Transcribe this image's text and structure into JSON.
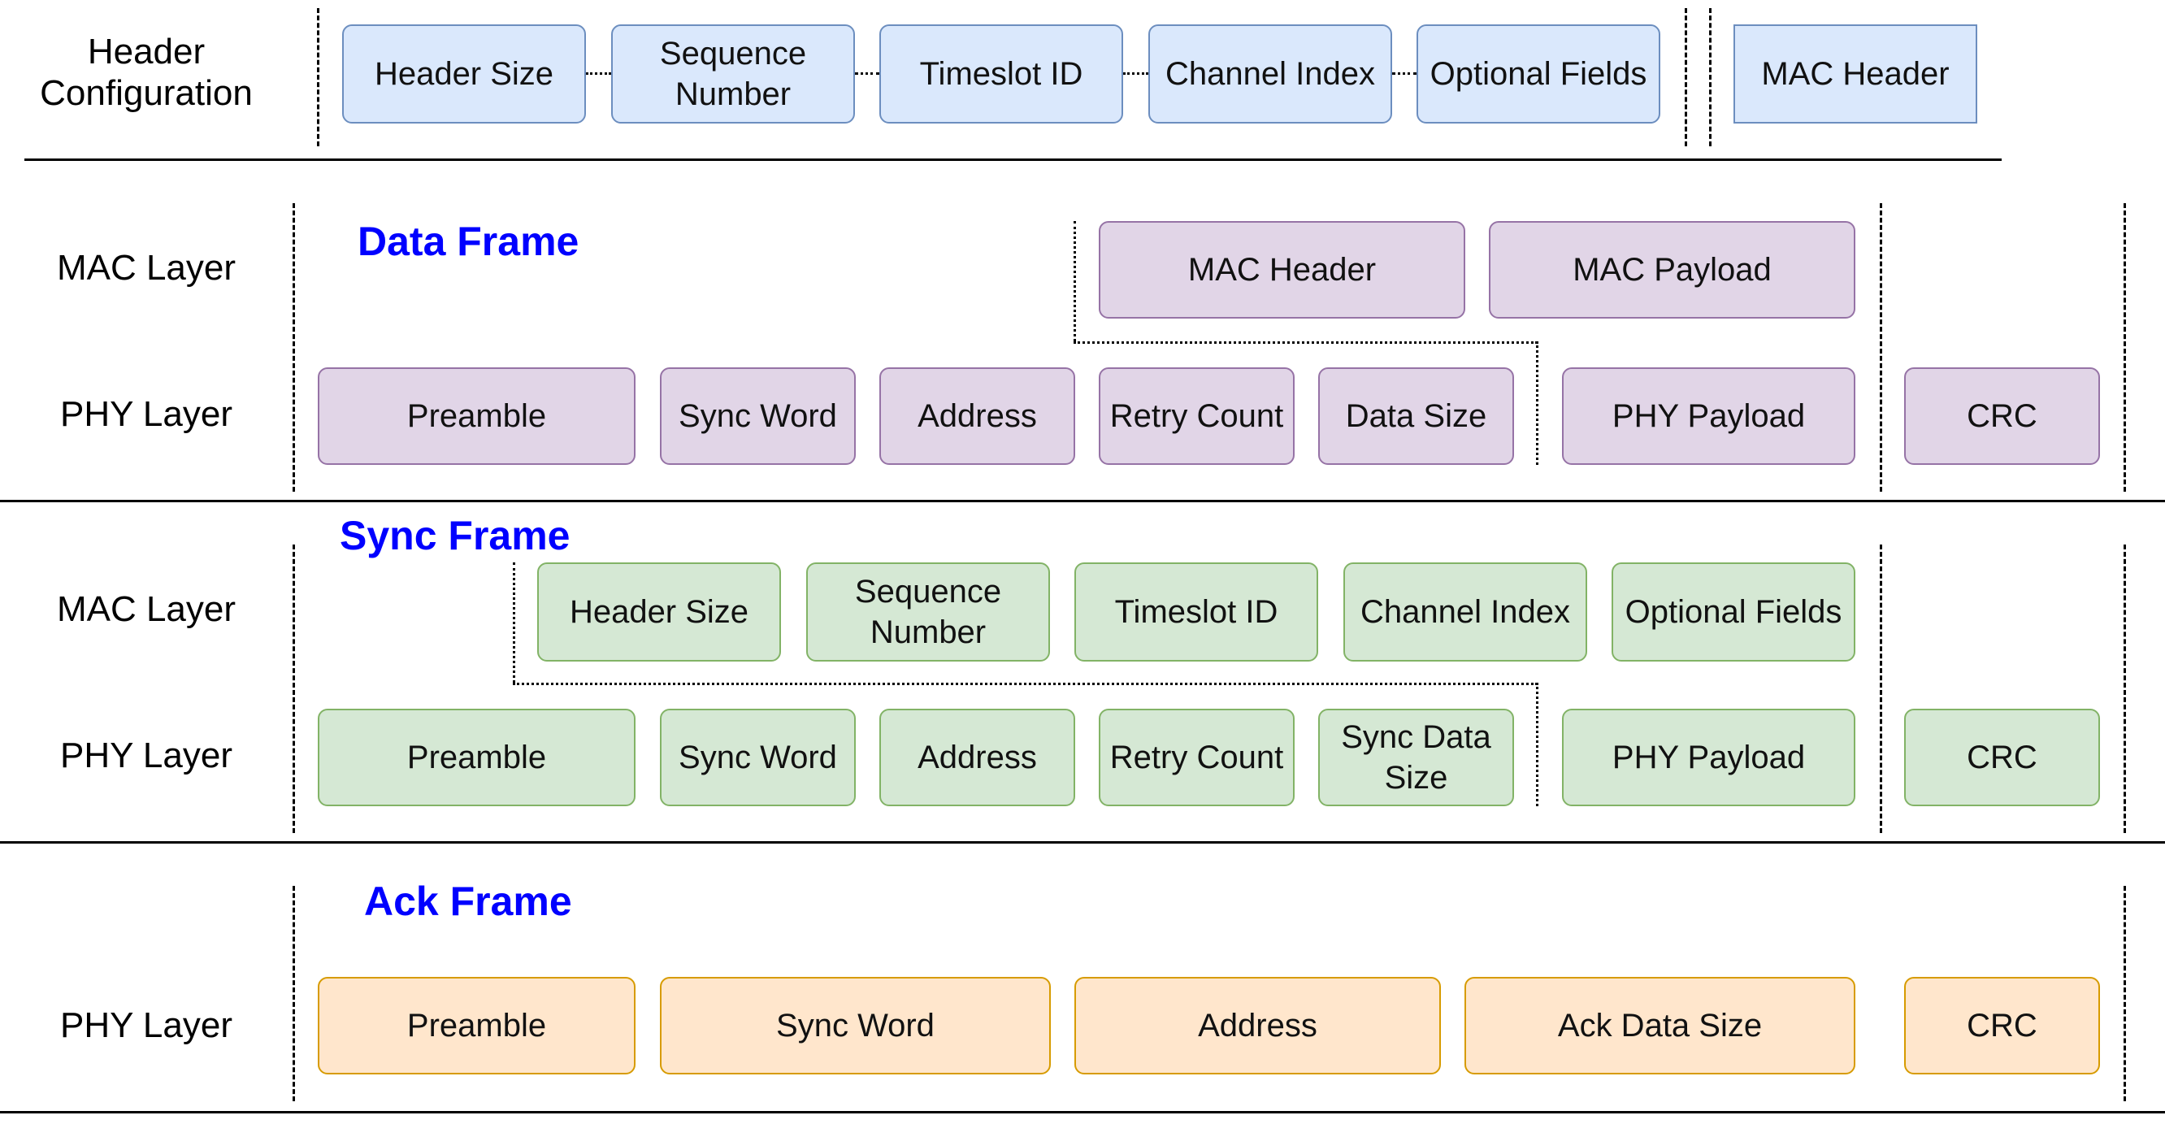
{
  "colors": {
    "blue_fill": "#dae8fc",
    "blue_border": "#6c8ebf",
    "purple_fill": "#e1d5e7",
    "purple_border": "#9673a6",
    "green_fill": "#d5e8d4",
    "green_border": "#82b366",
    "orange_fill": "#ffe6cc",
    "orange_border": "#d79b00",
    "title": "#0000ff"
  },
  "header_config": {
    "label": "Header\nConfiguration",
    "fields": [
      "Header Size",
      "Sequence\nNumber",
      "Timeslot ID",
      "Channel Index",
      "Optional Fields"
    ],
    "mac_header": "MAC Header"
  },
  "data_frame": {
    "title": "Data Frame",
    "mac_label": "MAC Layer",
    "phy_label": "PHY Layer",
    "mac_fields": [
      "MAC Header",
      "MAC Payload"
    ],
    "phy_fields": [
      "Preamble",
      "Sync Word",
      "Address",
      "Retry Count",
      "Data Size",
      "PHY Payload",
      "CRC"
    ]
  },
  "sync_frame": {
    "title": "Sync Frame",
    "mac_label": "MAC Layer",
    "phy_label": "PHY Layer",
    "mac_fields": [
      "Header Size",
      "Sequence\nNumber",
      "Timeslot ID",
      "Channel Index",
      "Optional Fields"
    ],
    "phy_fields": [
      "Preamble",
      "Sync Word",
      "Address",
      "Retry Count",
      "Sync Data\nSize",
      "PHY Payload",
      "CRC"
    ]
  },
  "ack_frame": {
    "title": "Ack Frame",
    "phy_label": "PHY Layer",
    "phy_fields": [
      "Preamble",
      "Sync Word",
      "Address",
      "Ack Data Size",
      "CRC"
    ]
  }
}
